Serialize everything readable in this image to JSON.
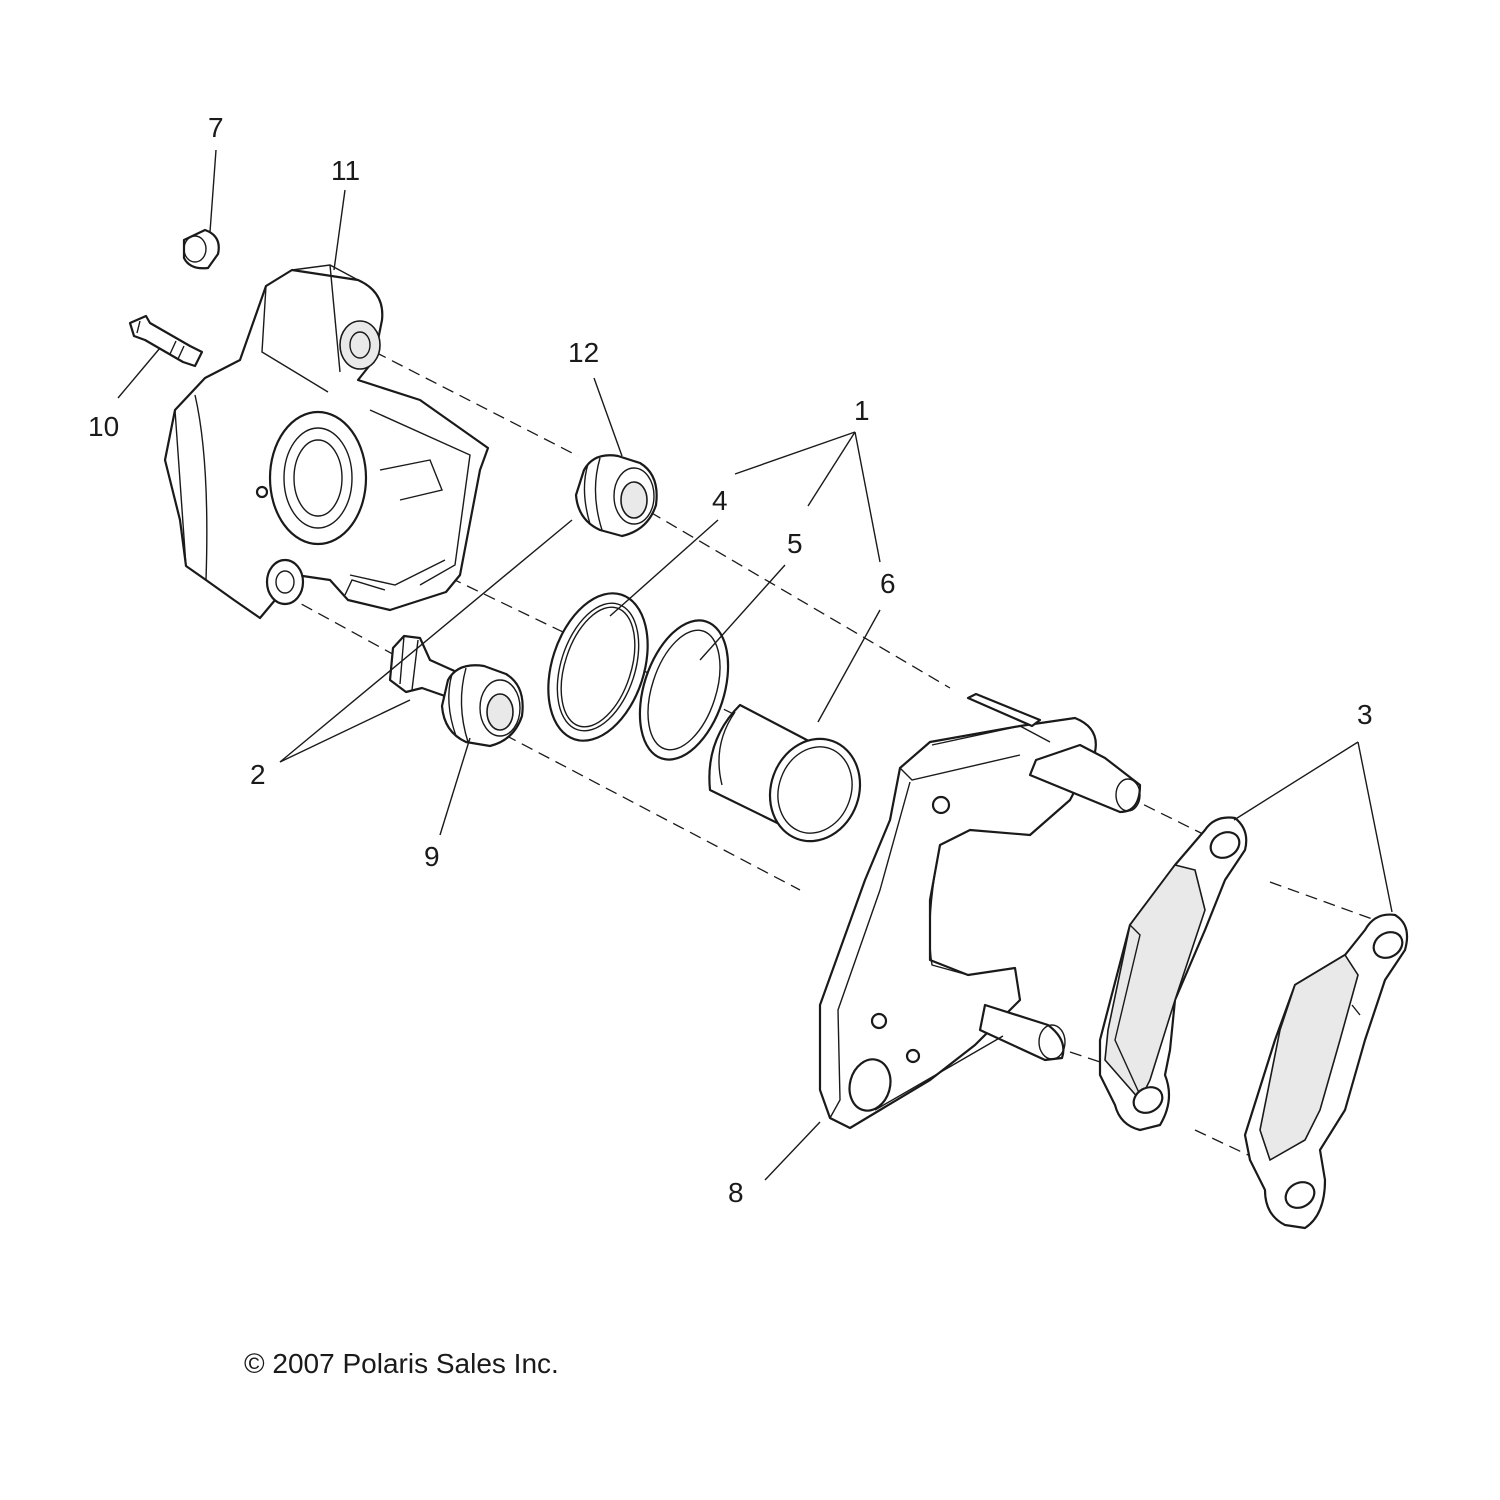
{
  "diagram": {
    "callouts": [
      {
        "id": "1",
        "text": "1"
      },
      {
        "id": "2",
        "text": "2"
      },
      {
        "id": "3",
        "text": "3"
      },
      {
        "id": "4",
        "text": "4"
      },
      {
        "id": "5",
        "text": "5"
      },
      {
        "id": "6",
        "text": "6"
      },
      {
        "id": "7",
        "text": "7"
      },
      {
        "id": "8",
        "text": "8"
      },
      {
        "id": "9",
        "text": "9"
      },
      {
        "id": "10",
        "text": "10"
      },
      {
        "id": "11",
        "text": "11"
      },
      {
        "id": "12",
        "text": "12"
      }
    ],
    "copyright": "© 2007 Polaris Sales Inc."
  }
}
